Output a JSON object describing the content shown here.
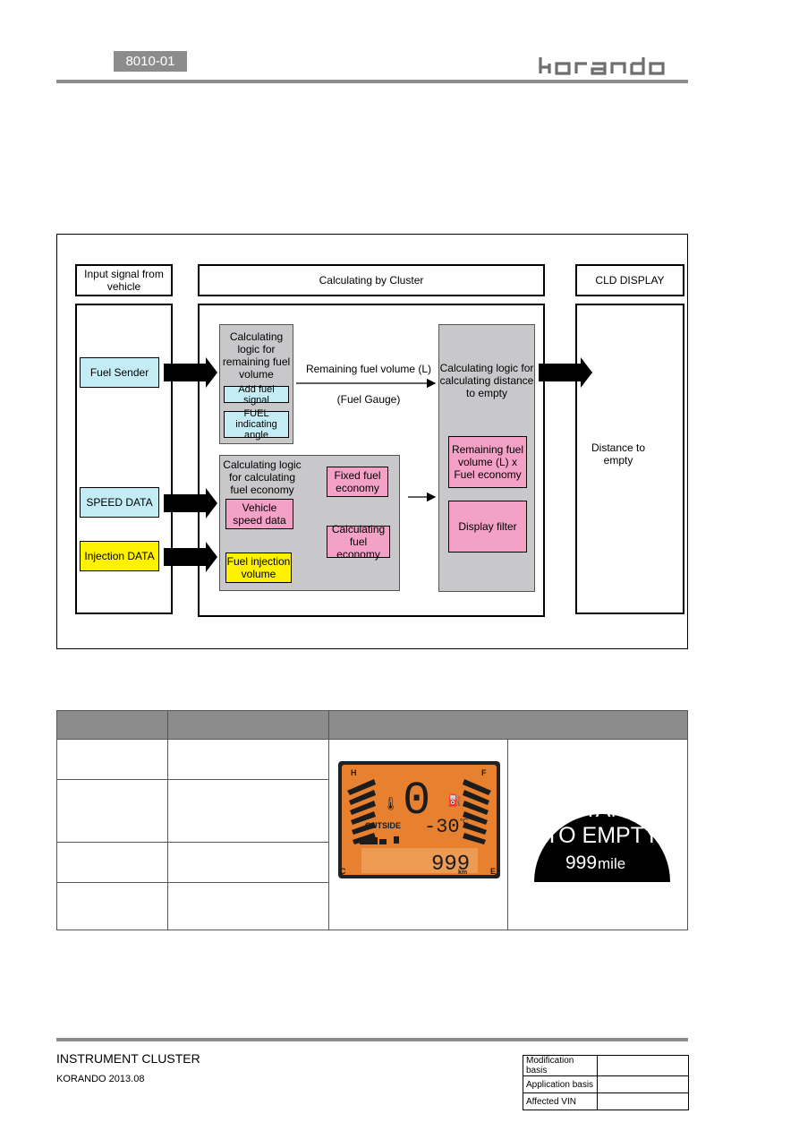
{
  "header": {
    "section_code": "8010-01",
    "brand_logo": "korando"
  },
  "diagram": {
    "col_input": "Input signal from vehicle",
    "col_calc": "Calculating by Cluster",
    "col_display": "CLD DISPLAY",
    "inputs": {
      "fuel_sender": "Fuel Sender",
      "speed_data": "SPEED DATA",
      "injection_data": "Injection DATA"
    },
    "fuel_logic": {
      "title": "Calculating logic for remaining fuel volume",
      "add_signal": "Add fuel signal",
      "indicating_angle": "FUEL indicating angle"
    },
    "remaining_label": "Remaining fuel volume (L)",
    "fuel_gauge_label": "(Fuel Gauge)",
    "economy_logic": {
      "title": "Calculating logic for calculating fuel economy",
      "fixed": "Fixed fuel economy",
      "vehicle_speed": "Vehicle speed data",
      "calc": "Calculating fuel economy",
      "injection_volume": "Fuel injection volume"
    },
    "dte_logic": {
      "title": "Calculating logic for calculating distance to empty",
      "formula": "Remaining fuel volume (L) x Fuel economy",
      "filter": "Display filter"
    },
    "output": "Distance to empty"
  },
  "lcd": {
    "h": "H",
    "f": "F",
    "c": "C",
    "e": "E",
    "big_digit": "0",
    "outside": "OUTSIDE",
    "temp": "-30",
    "temp_unit": "°C",
    "odo": "999",
    "odo_unit": "km"
  },
  "dte_badge": {
    "line1": "DISTANCE",
    "line2": "TO EMPTY",
    "value": "999",
    "unit": "mile"
  },
  "footer": {
    "title": "INSTRUMENT CLUSTER",
    "subtitle": "KORANDO 2013.08",
    "meta_labels": [
      "Modification basis",
      "Application basis",
      "Affected VIN"
    ]
  },
  "colors": {
    "cyan": "#c4ecf4",
    "pink": "#f3a1c6",
    "yellow": "#fef200",
    "lcd_orange": "#e8812f"
  }
}
